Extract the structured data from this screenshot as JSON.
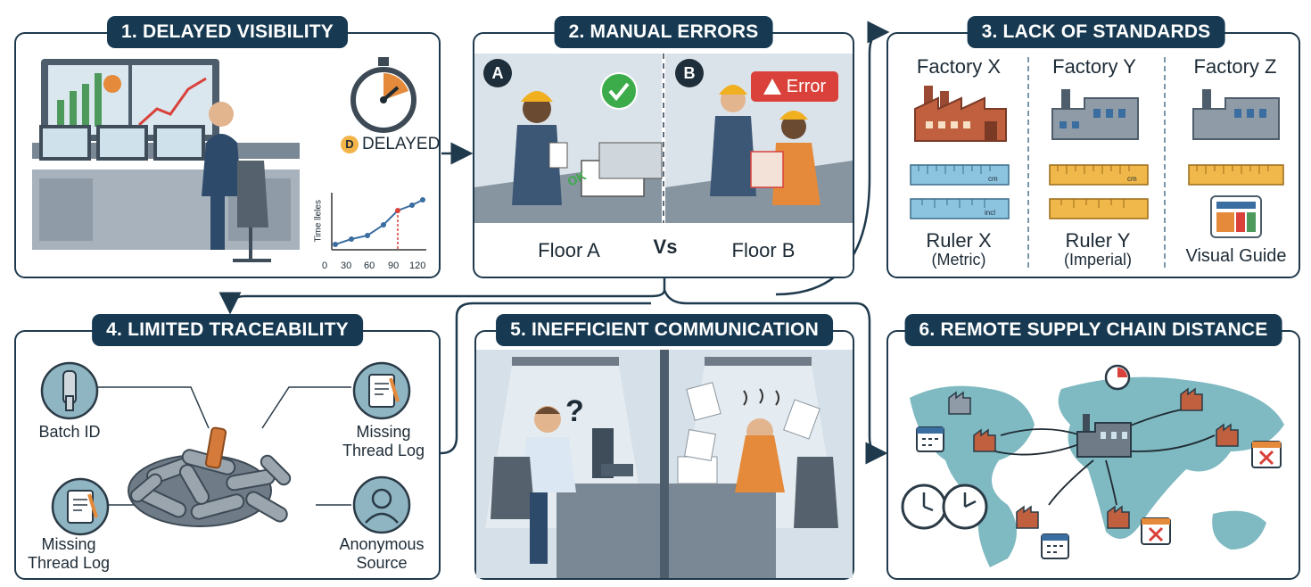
{
  "panels": {
    "p1": {
      "title": "1. DELAYED VISIBILITY",
      "badge_letter": "D",
      "badge_text": "DELAYED",
      "chart_ylabel": "Time lleles",
      "chart_ticks": [
        "0",
        "30",
        "60",
        "90",
        "120"
      ]
    },
    "p2": {
      "title": "2. MANUAL ERRORS",
      "marker_a": "A",
      "marker_b": "B",
      "error_label": "Error",
      "floor_a": "Floor A",
      "floor_b": "Floor B",
      "versus": "Vs",
      "ok_stamp": "OK"
    },
    "p3": {
      "title": "3. LACK OF STANDARDS",
      "factories": [
        "Factory X",
        "Factory Y",
        "Factory Z"
      ],
      "ruler_units": [
        "cm",
        "incl",
        "cm"
      ],
      "caption_x": "Ruler X",
      "caption_x_sub": "(Metric)",
      "caption_y": "Ruler Y",
      "caption_y_sub": "(Imperial)",
      "caption_z": "Visual Guide"
    },
    "p4": {
      "title": "4. LIMITED TRACEABILITY",
      "batch": "Batch ID",
      "missing_right": "Missing\nThread Log",
      "missing_left": "Missing\nThread Log",
      "anonymous": "Anonymous\nSource"
    },
    "p5": {
      "title": "5. INEFFICIENT COMMUNICATION",
      "question": "?"
    },
    "p6": {
      "title": "6. REMOTE SUPPLY CHAIN DISTANCE"
    }
  },
  "colors": {
    "navy": "#173a52",
    "error_red": "#d9413a",
    "ok_green": "#3cab4a",
    "orange": "#e58a3a",
    "ruler_blue": "#8cc4e0",
    "ruler_yellow": "#f0b84a",
    "map_teal": "#7fb9c1",
    "factory_brick": "#c0603f"
  }
}
